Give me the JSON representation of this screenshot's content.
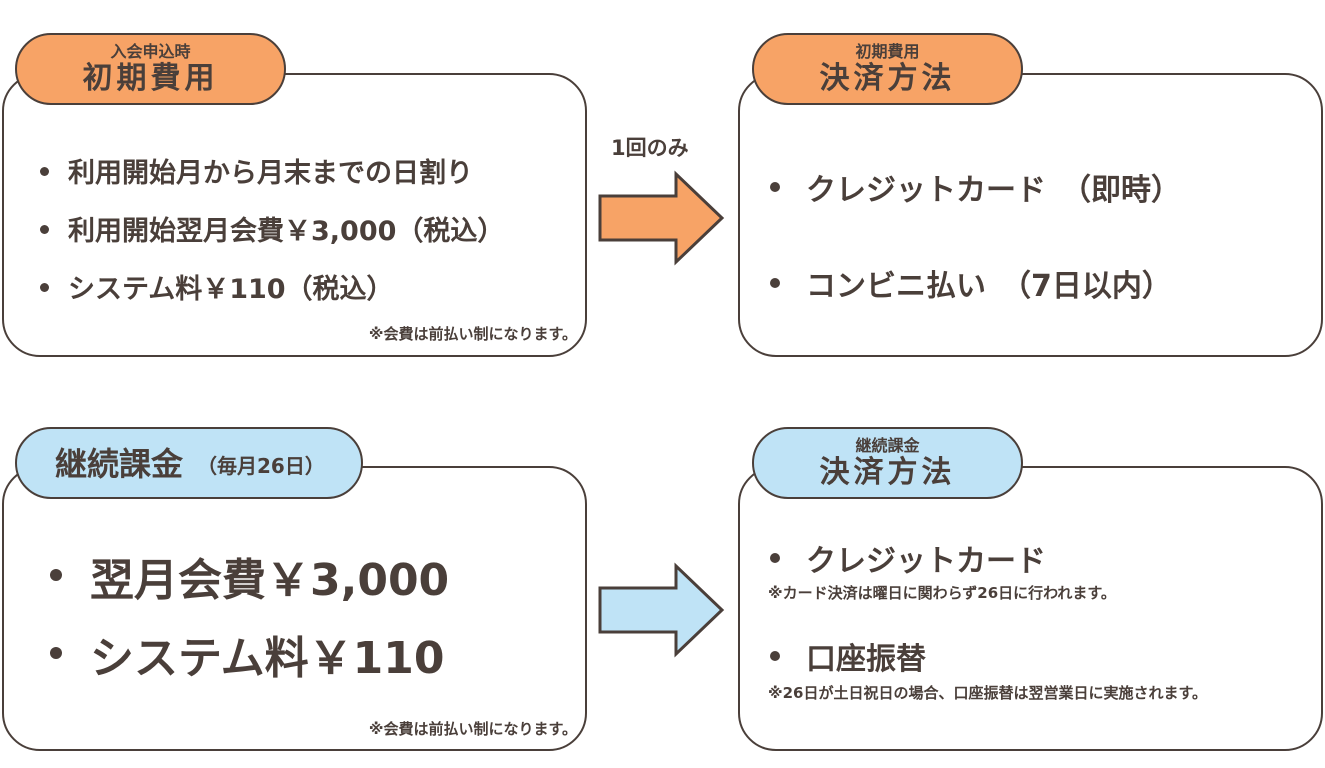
{
  "initial_cost": {
    "tag_small": "入会申込時",
    "tag_big": "初期費用",
    "items": [
      "利用開始月から月末までの日割り",
      "利用開始翌月会費￥3,000（税込）",
      "システム料￥110（税込）"
    ],
    "note": "※会費は前払い制になります。"
  },
  "arrow_top": {
    "label": "1回のみ",
    "color": "#f7a366"
  },
  "initial_payment": {
    "tag_small": "初期費用",
    "tag_big": "決済方法",
    "items": [
      "クレジットカード　（即時）",
      "コンビニ払い　（7日以内）"
    ]
  },
  "recurring": {
    "tag_main": "継続課金",
    "tag_sub": "（毎月26日）",
    "items": [
      "翌月会費￥3,000",
      "システム料￥110"
    ],
    "note": "※会費は前払い制になります。"
  },
  "arrow_bottom": {
    "color": "#bfe3f6"
  },
  "recurring_payment": {
    "tag_small": "継続課金",
    "tag_big": "決済方法",
    "item1": "クレジットカード",
    "note1": "※カード決済は曜日に関わらず26日に行われます。",
    "item2": "口座振替",
    "note2": "※26日が土日祝日の場合、口座振替は翌営業日に実施されます。"
  },
  "colors": {
    "orange": "#f7a366",
    "blue": "#bfe3f6",
    "text": "#4a3f3a"
  }
}
